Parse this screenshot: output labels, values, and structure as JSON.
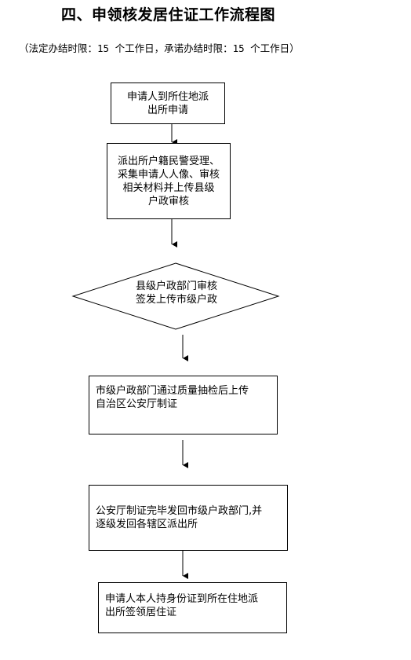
{
  "title": "四、申领核发居住证工作流程图",
  "subtitle": "（法定办结时限：15 个工作日，承诺办结时限：15 个工作日）",
  "steps": [
    {
      "text": "申请人到所住地派\n出所申请"
    },
    {
      "text": "派出所户籍民警受理、\n采集申请人人像、审核\n相关材料并上传县级\n户政审核"
    },
    {
      "text": "县级户政部门审核\n签发上传市级户政"
    },
    {
      "text": "市级户政部门通过质量抽检后上传\n自治区公安厅制证"
    },
    {
      "text": "公安厅制证完毕发回市级户政部门,并\n逐级发回各辖区派出所"
    },
    {
      "text": "申请人本人持身份证到所在住地派\n出所签领居住证"
    }
  ]
}
